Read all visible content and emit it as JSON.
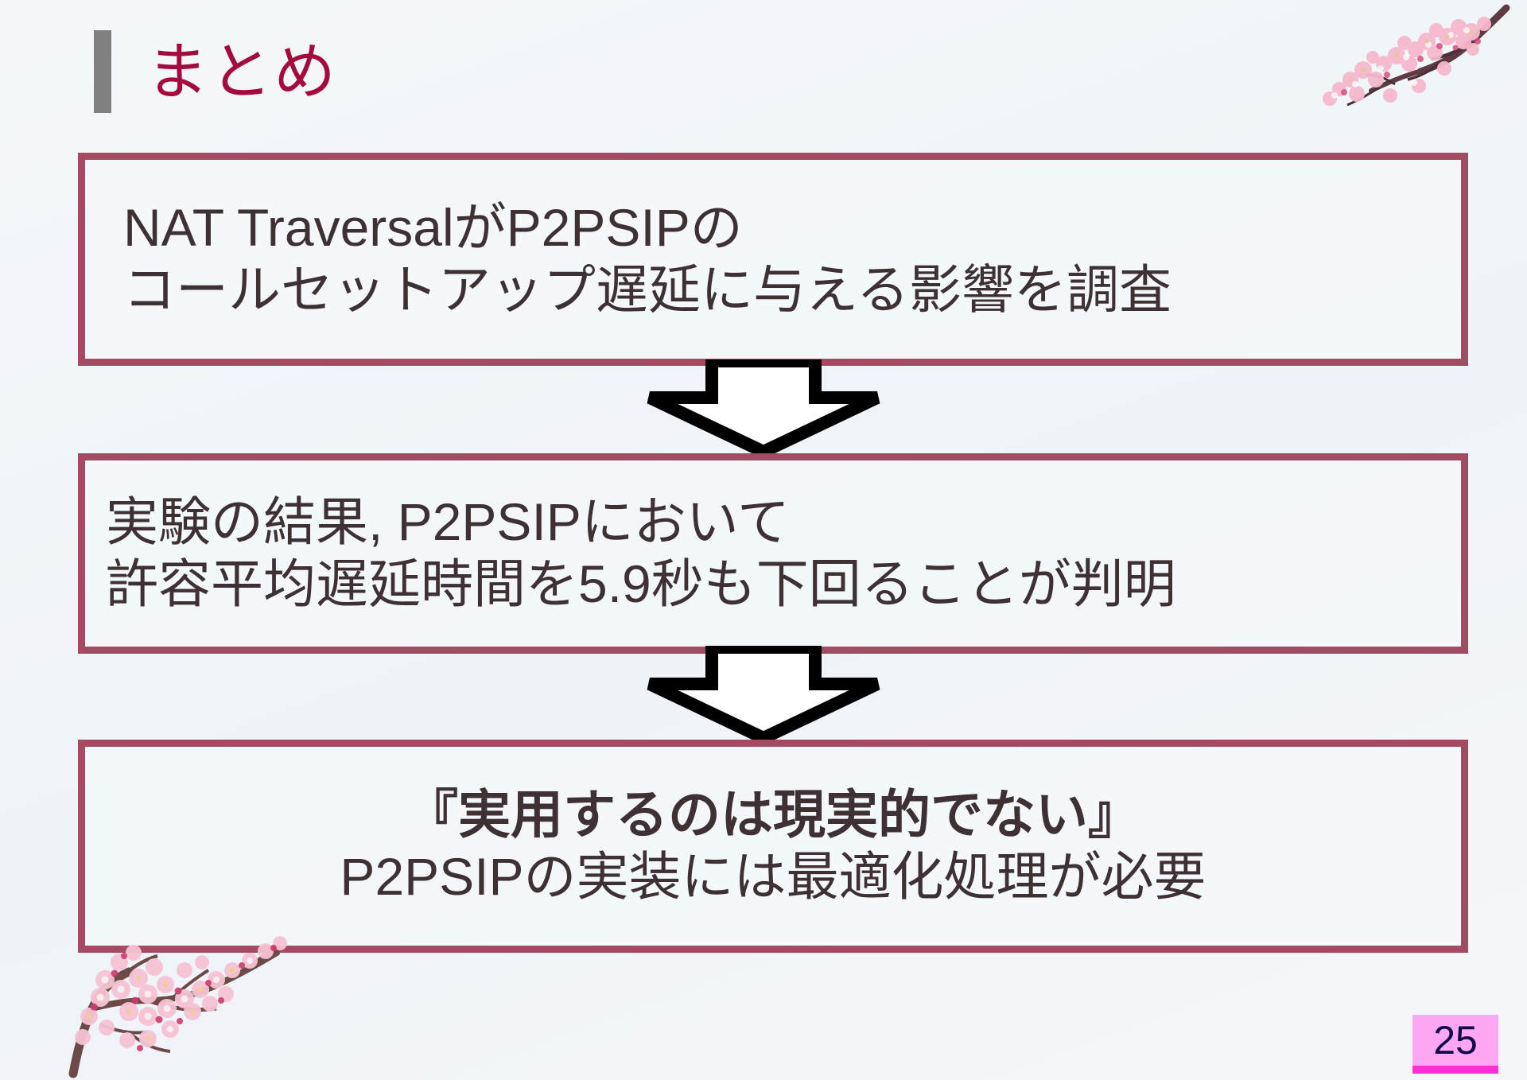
{
  "slide": {
    "title": "まとめ",
    "title_color": "#a50a3c",
    "accent_bar_color": "#808080",
    "background_color": "#f2f6f9",
    "box_border_color": "#a34b62",
    "body_text_color": "#3e3134"
  },
  "boxes": [
    {
      "id": "conclusion-box-1",
      "lines": [
        "NAT TraversalがP2PSIPの",
        "コールセットアップ遅延に与える影響を調査"
      ]
    },
    {
      "id": "conclusion-box-2",
      "lines": [
        "実験の結果, P2PSIPにおいて",
        "許容平均遅延時間を5.9秒も下回ることが判明"
      ]
    },
    {
      "id": "conclusion-box-3",
      "lines": [
        "『実用するのは現実的でない』",
        "P2PSIPの実装には最適化処理が必要"
      ]
    }
  ],
  "arrows": [
    {
      "name": "down-arrow-icon",
      "direction": "down"
    },
    {
      "name": "down-arrow-icon",
      "direction": "down"
    }
  ],
  "decorations": [
    {
      "name": "sakura-branch-icon",
      "position": "top-right"
    },
    {
      "name": "sakura-branch-icon",
      "position": "bottom-left"
    }
  ],
  "page_number": {
    "value": "25",
    "background_color": "#ffa6f5",
    "underline_color": "#ff2fd6",
    "text_color": "#120a47"
  }
}
